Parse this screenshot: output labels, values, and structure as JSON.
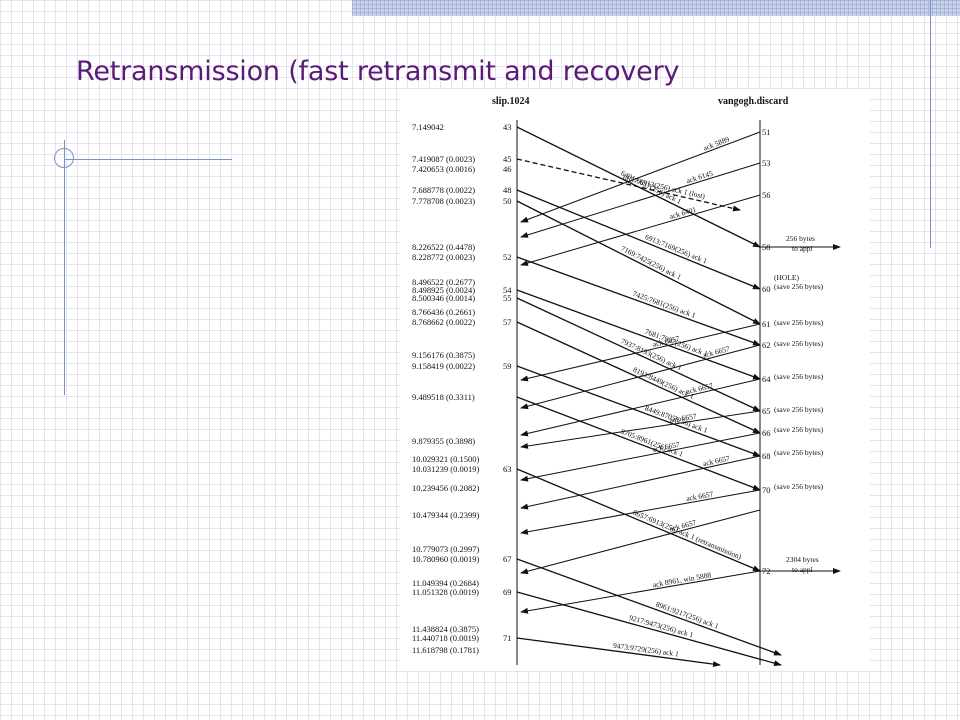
{
  "slide": {
    "title": "Retransmission (fast retransmit and recovery"
  },
  "diagram": {
    "hosts": {
      "left": "slip.1024",
      "right": "vangogh.discard"
    },
    "left_events": [
      {
        "id": 43,
        "time": "7.149042"
      },
      {
        "id": 45,
        "time": "7.419087 (0.0023)"
      },
      {
        "id": 46,
        "time": "7.420653 (0.0016)"
      },
      {
        "id": 48,
        "time": "7.688778 (0.0022)"
      },
      {
        "id": 50,
        "time": "7.778708 (0.0023)"
      },
      {
        "time": "8.226522 (0.4478)"
      },
      {
        "id": 52,
        "time": "8.228772 (0.0023)"
      },
      {
        "time": "8.496522 (0.2677)"
      },
      {
        "id": 54,
        "time": "8.498925 (0.0024)"
      },
      {
        "id": 55,
        "time": "8.500346 (0.0014)"
      },
      {
        "time": "8.766436 (0.2661)"
      },
      {
        "id": 57,
        "time": "8.768662 (0.0022)"
      },
      {
        "time": "9.156176 (0.3875)"
      },
      {
        "id": 59,
        "time": "9.158419 (0.0022)"
      },
      {
        "time": "9.489518 (0.3311)"
      },
      {
        "time": "9.879355 (0.3898)"
      },
      {
        "time": "10.029321 (0.1500)"
      },
      {
        "id": 63,
        "time": "10.031239 (0.0019)"
      },
      {
        "time": "10.239456 (0.2082)"
      },
      {
        "time": "10.479344 (0.2399)"
      },
      {
        "time": "10.779073 (0.2997)"
      },
      {
        "id": 67,
        "time": "10.780960 (0.0019)"
      },
      {
        "time": "11.049394 (0.2684)"
      },
      {
        "id": 69,
        "time": "11.051328 (0.0019)"
      },
      {
        "time": "11.438824 (0.3875)"
      },
      {
        "id": 71,
        "time": "11.440718 (0.0019)"
      },
      {
        "time": "11.618798 (0.1781)"
      }
    ],
    "right_events": [
      {
        "id": 51
      },
      {
        "id": 53
      },
      {
        "id": 56
      },
      {
        "id": 58,
        "note": "256 bytes to appl"
      },
      {
        "id": 60,
        "note": "(HOLE) (save 256 bytes)"
      },
      {
        "id": 61,
        "note": "(save 256 bytes)"
      },
      {
        "id": 62,
        "note": "(save 256 bytes)"
      },
      {
        "id": 64,
        "note": "(save 256 bytes)"
      },
      {
        "id": 65,
        "note": "(save 256 bytes)"
      },
      {
        "id": 66,
        "note": "(save 256 bytes)"
      },
      {
        "id": 68,
        "note": "(save 256 bytes)"
      },
      {
        "id": 70,
        "note": "(save 256 bytes)"
      },
      {
        "id": 72,
        "note": "2304 bytes to appl"
      }
    ],
    "data_segments": [
      {
        "label": "6401:6657(256) ack 1"
      },
      {
        "label": "6657:6913(256) ack 1 (lost)"
      },
      {
        "label": "6913:7169(256) ack 1"
      },
      {
        "label": "7169:7425(256) ack 1"
      },
      {
        "label": "7425:7681(256) ack 1"
      },
      {
        "label": "7681:7937(256) ack 1"
      },
      {
        "label": "7937:8193(256) ack 1"
      },
      {
        "label": "8193:8449(256) ack 1"
      },
      {
        "label": "8449:8705(256) ack 1"
      },
      {
        "label": "8705:8961(256) ack 1"
      },
      {
        "label": "6657:6913(256) ack 1 (retransmission)"
      },
      {
        "label": "8961:9217(256) ack 1"
      },
      {
        "label": "9217:9473(256) ack 1"
      },
      {
        "label": "9473:9729(256) ack 1"
      }
    ],
    "acks": [
      {
        "label": "ack 5889"
      },
      {
        "label": "ack 6145"
      },
      {
        "label": "ack 6401"
      },
      {
        "label": "ack 6657"
      },
      {
        "label": "ack 6657"
      },
      {
        "label": "ack 6657"
      },
      {
        "label": "ack 6657"
      },
      {
        "label": "ack 6657"
      },
      {
        "label": "ack 6657"
      },
      {
        "label": "ack 6657"
      },
      {
        "label": "ack 6657"
      },
      {
        "label": "ack 8961, win 5888"
      }
    ]
  }
}
